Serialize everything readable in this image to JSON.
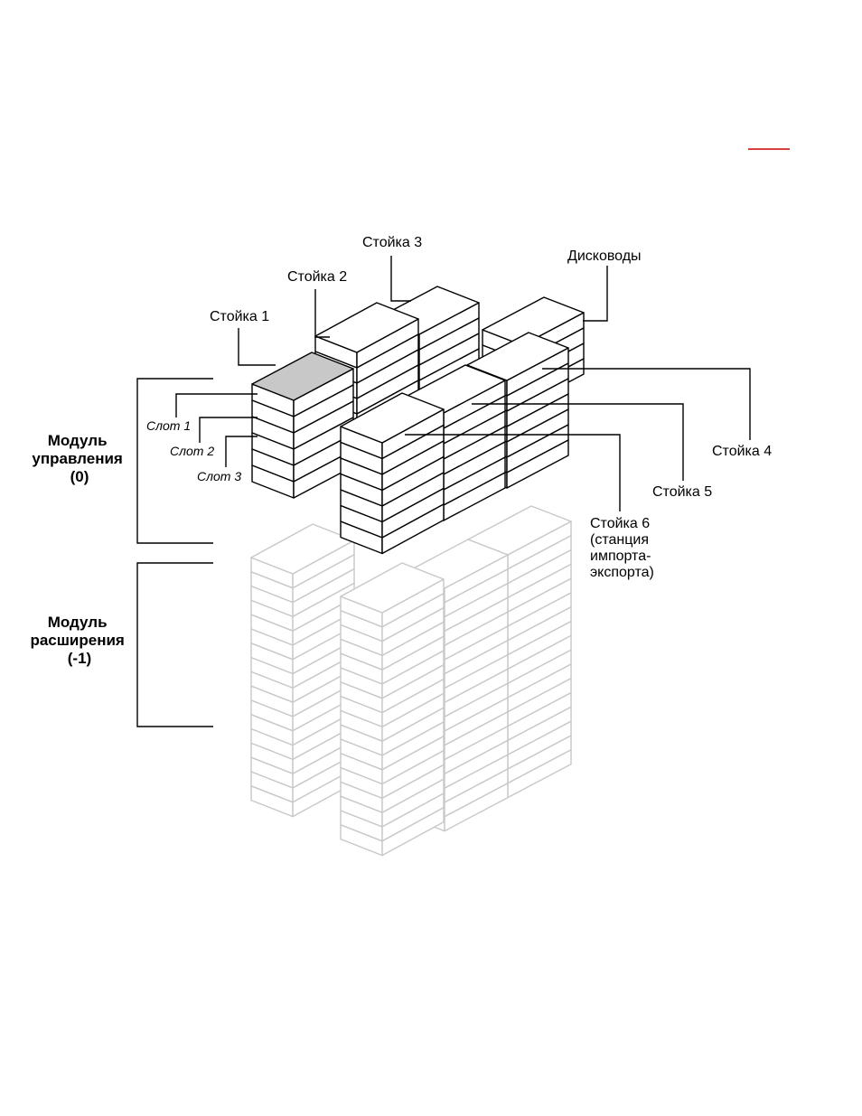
{
  "colors": {
    "control_module_stroke": "#000000",
    "expansion_module_stroke": "#c8c8c8",
    "highlighted_slot_fill": "#c8c8c8",
    "box_fill": "#ffffff",
    "header_rule": "#cc0000"
  },
  "labels": {
    "rack1": "Стойка 1",
    "rack2": "Стойка 2",
    "rack3": "Стойка 3",
    "drives": "Дисководы",
    "rack4": "Стойка 4",
    "rack5": "Стойка 5",
    "rack6": [
      "Стойка 6",
      "(станция",
      "импорта-",
      "экспорта)"
    ],
    "slot1": "Слот 1",
    "slot2": "Слот 2",
    "slot3": "Слот 3",
    "control_module": [
      "Модуль",
      "управления",
      "(0)"
    ],
    "expansion_module": [
      "Модуль",
      "расширения",
      "(-1)"
    ]
  }
}
